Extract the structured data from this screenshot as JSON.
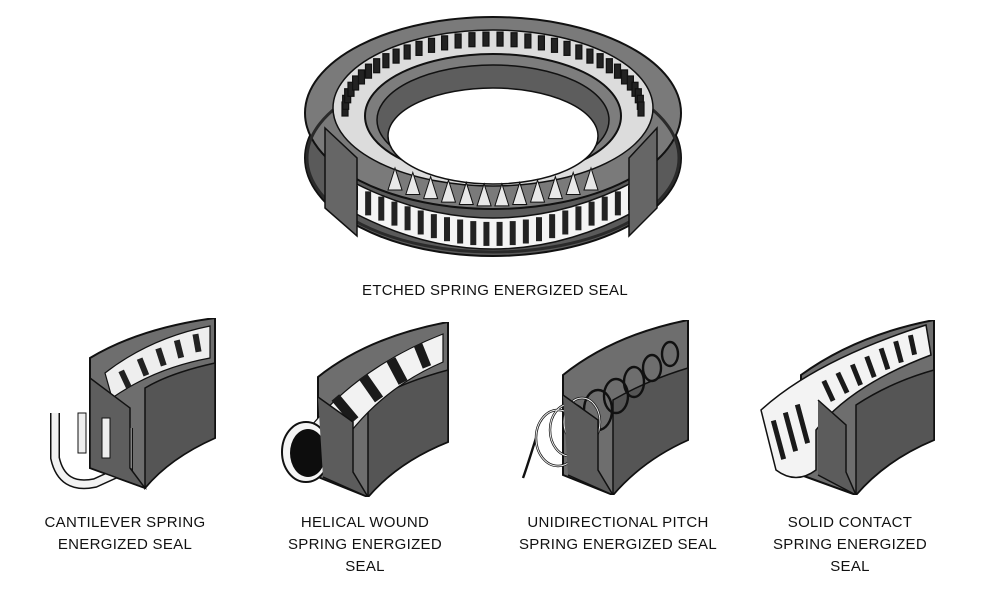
{
  "figures": {
    "etched": {
      "caption_lines": [
        "ETCHED SPRING ENERGIZED SEAL"
      ],
      "icon": "etched-spring-seal-ring"
    },
    "cantilever": {
      "caption_lines": [
        "CANTILEVER SPRING",
        "ENERGIZED SEAL"
      ],
      "icon": "cantilever-spring-seal-section"
    },
    "helical": {
      "caption_lines": [
        "HELICAL WOUND",
        "SPRING ENERGIZED",
        "SEAL"
      ],
      "icon": "helical-wound-spring-seal-section"
    },
    "unidirectional": {
      "caption_lines": [
        "UNIDIRECTIONAL PITCH",
        "SPRING ENERGIZED SEAL"
      ],
      "icon": "unidirectional-pitch-spring-seal-section"
    },
    "solid": {
      "caption_lines": [
        "SOLID CONTACT",
        "SPRING ENERGIZED",
        "SEAL"
      ],
      "icon": "solid-contact-spring-seal-section"
    }
  },
  "colors": {
    "seal_body": "#6e6e6e",
    "seal_dark": "#3c3c3c",
    "seal_light": "#9a9a9a",
    "spring": "#f2f2f2",
    "outline": "#111111"
  }
}
